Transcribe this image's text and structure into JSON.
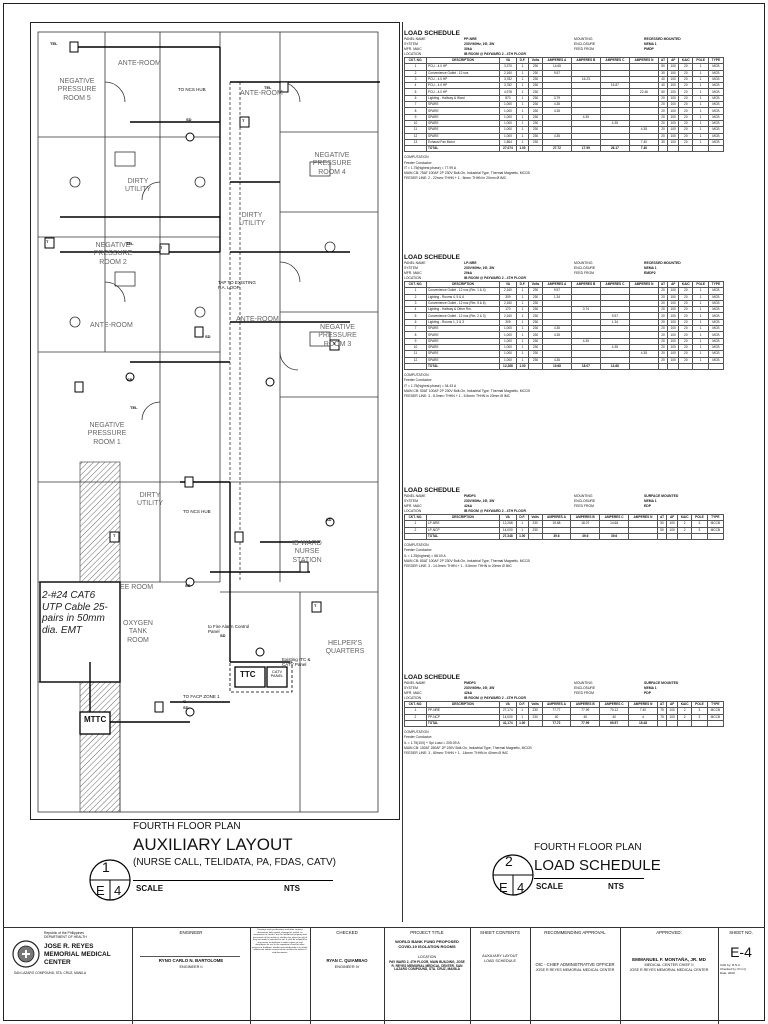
{
  "floorplan": {
    "rooms": [
      "NEGATIVE PRESSURE ROOM 5",
      "ANTE-ROOM",
      "ANTE-ROOM",
      "NEGATIVE PRESSURE ROOM 4",
      "DIRTY UTILITY",
      "DIRTY UTILITY",
      "NEGATIVE PRESSURE ROOM 2",
      "ANTE-ROOM",
      "ANTE-ROOM",
      "NEGATIVE PRESSURE ROOM 3",
      "NEGATIVE PRESSURE ROOM 1",
      "DIRTY UTILITY",
      "IB WARD NURSE STATION",
      "OXYGEN TANK ROOM",
      "EE ROOM",
      "HELPER'S QUARTERS"
    ],
    "notes": [
      "TO NCS HUB",
      "TAP TO EXISTING P.A. LOOP",
      "TO NCS HUB",
      "to Fire Alarm Control Panel",
      "Existing ITC & CATV Panel",
      "TO FACP ZONE 1 C"
    ],
    "cable_note": "2-#24 CAT6 UTP Cable 25-pairs in 50mm dia. EMT",
    "equipment": [
      "TTC",
      "CATV PANEL",
      "MTTC"
    ],
    "symbols": {
      "tel": "TEL",
      "sd": "SD",
      "sp": "SP",
      "t": "T"
    }
  },
  "title1": {
    "number": "1",
    "sheet": "E",
    "sheet_no": "4",
    "line1": "FOURTH FLOOR PLAN",
    "line2": "AUXILIARY LAYOUT",
    "line3": "(NURSE CALL, TELIDATA, PA, FDAS, CATV)",
    "scale_label": "SCALE",
    "scale_value": "NTS"
  },
  "title2": {
    "number": "2",
    "sheet": "E",
    "sheet_no": "4",
    "line1": "FOURTH FLOOR PLAN",
    "line2": "LOAD SCHEDULE",
    "scale_label": "SCALE",
    "scale_value": "NTS"
  },
  "schedules": [
    {
      "title": "LOAD SCHEDULE",
      "meta": [
        [
          "PANEL NAME",
          "PP-NRE",
          "MOUNTING",
          "RECESSED MOUNTED"
        ],
        [
          "SYSTEM",
          "230V/60Hz, 1Φ, 3W",
          "ENCLOSURE",
          "NEMA 1"
        ],
        [
          "MFR. MAIC",
          "30kA",
          "FEED FROM",
          "PMDP"
        ],
        [
          "LOCATION",
          "IB ROOM @ PAYWARD 2 - 4TH FLOOR",
          "",
          ""
        ]
      ],
      "rows": [
        [
          "1",
          "PCU - 4.0 HP",
          "3,370",
          "1",
          "230",
          "14.65",
          "",
          "",
          "",
          "50",
          "100",
          "20",
          "1",
          "MCB"
        ],
        [
          "2",
          "Convenience Outlet - 12 nos",
          "2,160",
          "1",
          "230",
          "9.57",
          "",
          "",
          "",
          "30",
          "100",
          "20",
          "1",
          "MCB"
        ],
        [
          "3",
          "PCU - 4.0 HP",
          "3,782",
          "1",
          "230",
          "",
          "16.23",
          "",
          "",
          "40",
          "100",
          "20",
          "1",
          "MCB"
        ],
        [
          "4",
          "PCU - 4.0 HP",
          "3,782",
          "1",
          "230",
          "",
          "",
          "16.87",
          "",
          "40",
          "100",
          "20",
          "1",
          "MCB"
        ],
        [
          "5",
          "PCU - 4.0 HP",
          "4,978",
          "1",
          "230",
          "",
          "",
          "",
          "22.46",
          "50",
          "100",
          "20",
          "1",
          "MCB"
        ],
        [
          "6",
          "Lighting - Hallway & Ward",
          "870",
          "1",
          "230",
          "3.79",
          "",
          "",
          "",
          "20",
          "100",
          "20",
          "1",
          "MCB"
        ],
        [
          "7",
          "SPARE",
          "1,000",
          "1",
          "230",
          "4.35",
          "",
          "",
          "",
          "20",
          "100",
          "20",
          "1",
          "MCB"
        ],
        [
          "8",
          "SPARE",
          "1,000",
          "1",
          "230",
          "4.35",
          "",
          "",
          "",
          "20",
          "100",
          "20",
          "1",
          "MCB"
        ],
        [
          "9",
          "SPARE",
          "1,000",
          "1",
          "230",
          "",
          "4.35",
          "",
          "",
          "20",
          "100",
          "20",
          "1",
          "MCB"
        ],
        [
          "10",
          "SPARE",
          "1,000",
          "1",
          "230",
          "",
          "",
          "4.35",
          "",
          "20",
          "100",
          "20",
          "1",
          "MCB"
        ],
        [
          "11",
          "SPARE",
          "1,000",
          "1",
          "230",
          "",
          "",
          "",
          "4.35",
          "20",
          "100",
          "20",
          "1",
          "MCB"
        ],
        [
          "12",
          "SPARE",
          "1,000",
          "1",
          "230",
          "4.35",
          "",
          "",
          "",
          "20",
          "100",
          "20",
          "1",
          "MCB"
        ],
        [
          "13",
          "Exhaust Fan Motor",
          "1,864",
          "1",
          "230",
          "",
          "",
          "",
          "7.40",
          "30",
          "100",
          "20",
          "1",
          "MCB"
        ]
      ],
      "total": [
        "TOTAL",
        "27,074",
        "1.00",
        "",
        "27.72",
        "17.99",
        "26.17",
        "7.40"
      ],
      "notes": [
        "COMPUTATION",
        "Feeder Conductor:",
        "IT = 1.75(highest phase) = 77.99 A",
        "MAIN CB: 75AT 100AF 2P 230V Bolt-On, Industrial Type, Thermal Magnetic, MCCB",
        "FEEDER LINE: 2 - 22mm² THHN + 1 - 8mm² THHN in 20mm Ø IMC"
      ]
    },
    {
      "title": "LOAD SCHEDULE",
      "meta": [
        [
          "PANEL NAME",
          "LP-NRE",
          "MOUNTING",
          "RECESSED MOUNTED"
        ],
        [
          "SYSTEM",
          "230V/60Hz, 1Φ, 3W",
          "ENCLOSURE",
          "NEMA 1"
        ],
        [
          "MFR. MAIC",
          "20kA",
          "FEED FROM",
          "EMDP2"
        ],
        [
          "LOCATION",
          "IB ROOM @ PAYWARD 2 - 4TH FLOOR",
          "",
          ""
        ]
      ],
      "rows": [
        [
          "1",
          "Convenience Outlet - 12 nos (Rm. 1 & 4)",
          "2,160",
          "1",
          "230",
          "9.57",
          "",
          "",
          "",
          "20",
          "100",
          "20",
          "1",
          "MCB"
        ],
        [
          "2",
          "Lighting - Rooms 4, 5 & 6",
          "309",
          "1",
          "230",
          "1.34",
          "",
          "",
          "",
          "20",
          "100",
          "20",
          "1",
          "MCB"
        ],
        [
          "3",
          "Convenience Outlet - 12 nos (Rm. 5 & 6)",
          "2,160",
          "1",
          "230",
          "",
          "",
          "",
          "",
          "20",
          "100",
          "20",
          "1",
          "MCB"
        ],
        [
          "4",
          "Lighting - Hallway & Other Rm.",
          "170",
          "1",
          "230",
          "",
          "0.74",
          "",
          "",
          "20",
          "100",
          "20",
          "1",
          "MCB"
        ],
        [
          "5",
          "Convenience Outlet - 12 nos (Rm. 2 & 3)",
          "2,160",
          "1",
          "230",
          "",
          "",
          "9.57",
          "",
          "20",
          "100",
          "20",
          "1",
          "MCB"
        ],
        [
          "6",
          "Lighting - Rooms 1, 2 & 3",
          "309",
          "1",
          "230",
          "",
          "",
          "1.34",
          "",
          "20",
          "100",
          "20",
          "1",
          "MCB"
        ],
        [
          "7",
          "SPARE",
          "1,000",
          "1",
          "230",
          "4.35",
          "",
          "",
          "",
          "20",
          "100",
          "20",
          "1",
          "MCB"
        ],
        [
          "8",
          "SPARE",
          "1,000",
          "1",
          "230",
          "4.35",
          "",
          "",
          "",
          "20",
          "100",
          "20",
          "1",
          "MCB"
        ],
        [
          "9",
          "SPARE",
          "1,000",
          "1",
          "230",
          "",
          "4.35",
          "",
          "",
          "20",
          "100",
          "20",
          "1",
          "MCB"
        ],
        [
          "10",
          "SPARE",
          "1,000",
          "1",
          "230",
          "",
          "",
          "4.35",
          "",
          "20",
          "100",
          "20",
          "1",
          "MCB"
        ],
        [
          "11",
          "SPARE",
          "1,000",
          "1",
          "230",
          "",
          "",
          "",
          "4.35",
          "20",
          "100",
          "20",
          "1",
          "MCB"
        ],
        [
          "12",
          "SPARE",
          "1,000",
          "1",
          "230",
          "4.35",
          "",
          "",
          "",
          "20",
          "100",
          "20",
          "1",
          "MCB"
        ]
      ],
      "total": [
        "TOTAL",
        "12,268",
        "1.00",
        "",
        "19.68",
        "18.07",
        "14.66",
        ""
      ],
      "notes": [
        "COMPUTATION",
        "Feeder Conductor:",
        "IT = 1.75(highest phase) = 34.43 A",
        "MAIN CB: 50AT 100AF 2P 230V Bolt-On, Industrial Type, Thermal Magnetic, MCCB",
        "FEEDER LINE: 3 - 8.0mm² THHN + 1 - 5.5mm² THHN in 20mm Ø IMC"
      ]
    },
    {
      "title": "LOAD SCHEDULE",
      "meta": [
        [
          "PANEL NAME",
          "PMDP3",
          "MOUNTING",
          "SURFACE MOUNTED"
        ],
        [
          "SYSTEM",
          "230V/60Hz, 1Φ, 3W",
          "ENCLOSURE",
          "NEMA 1"
        ],
        [
          "MFR. MAIC",
          "42kA",
          "FEED FROM",
          "EDP"
        ],
        [
          "LOCATION",
          "IB ROOM @ PAYWARD 2 - 4TH FLOOR",
          "",
          ""
        ]
      ],
      "rows": [
        [
          "1",
          "LP-NRE",
          "12,268",
          "1",
          "230",
          "19.68",
          "18.07",
          "14.66",
          "",
          "50",
          "100",
          "2",
          "3",
          "MCCB"
        ],
        [
          "2",
          "LP-NCP",
          "14,000",
          "1",
          "230",
          "",
          "",
          "",
          "",
          "50",
          "100",
          "2",
          "3",
          "MCCB"
        ]
      ],
      "total": [
        "TOTAL",
        "27,348",
        "1.00",
        "",
        "39.6",
        "39.6",
        "39.6",
        ""
      ],
      "notes": [
        "COMPUTATION",
        "Feeder Conductor:",
        "IL = 1.25(highest) = 68.00 A",
        "MAIN CB: 80AT 100AF 2P 230V Bolt-On, Industrial Type, Thermal Magnetic, MCCB",
        "FEEDER LINE: 3 - 14.0mm² THHN + 1 - 5.5mm² THHN in 20mm Ø IMC"
      ]
    },
    {
      "title": "LOAD SCHEDULE",
      "meta": [
        [
          "PANEL NAME",
          "PMDP3",
          "MOUNTING",
          "SURFACE MOUNTED"
        ],
        [
          "SYSTEM",
          "230V/60Hz, 1Φ, 3W",
          "ENCLOSURE",
          "NEMA 1"
        ],
        [
          "MFR. MAIC",
          "42kA",
          "FEED FROM",
          "PDP"
        ],
        [
          "LOCATION",
          "IB ROOM @ PAYWARD 2 - 4TH FLOOR",
          "",
          ""
        ]
      ],
      "rows": [
        [
          "1",
          "PP-NRE",
          "27,174",
          "1",
          "230",
          "77.77",
          "77.99",
          "70.12",
          "7.40",
          "75",
          "100",
          "2",
          "3",
          "MCCB"
        ],
        [
          "2",
          "PP-NCP",
          "14,000",
          "1",
          "230",
          "40",
          "40",
          "40",
          "4",
          "75",
          "100",
          "2",
          "3",
          "MCCB"
        ]
      ],
      "total": [
        "TOTAL",
        "41,174",
        "1.00",
        "",
        "77.72",
        "77.99",
        "69.57",
        "15.48"
      ],
      "notes": [
        "COMPUTATION",
        "Feeder Conductor:",
        "IL = 1.75(100) + Spl Load = 205.09 A",
        "MAIN CB: 150AT 250AF 2P 230V Bolt-On, Industrial Type, Thermal Magnetic, MCCB",
        "FEEDER LINE: 3 - 80mm² THHN + 1 - 14mm² THHN in 40mm Ø IMC"
      ]
    }
  ],
  "header_cols": [
    "CKT. NO.",
    "DESCRIPTION",
    "VA",
    "D.F.",
    "Volts",
    "AMPERES A",
    "AMPERES B",
    "AMPERES C",
    "AMPERES N",
    "AT",
    "AF",
    "KAIC",
    "POLE",
    "TYPE"
  ],
  "titleblock": {
    "agency_lines": [
      "Republic of the Philippines",
      "DEPARTMENT OF HEALTH"
    ],
    "hospital": [
      "JOSE R. REYES",
      "MEMORIAL MEDICAL",
      "CENTER"
    ],
    "address": "SAN LAZARO COMPOUND, STA. CRUZ, MANILA",
    "engineer_label": "ENGINEER",
    "engineer_name": "RYNO CARLO N. BARTOLOME",
    "engineer_role": "ENGINEER II",
    "checked_label": "CHECKED",
    "checked_name": "RYAN C. QUIAMBAO",
    "checked_role": "ENGINEER IV",
    "project_label": "PROJECT TITLE",
    "project_title": "WORLD BANK FUND PROPOSED COVID-19 ISOLATION ROOMS",
    "location_label": "LOCATION",
    "location_text": "PAY WARD 2, 4TH FLOOR, MAIN BUILDING, JOSE R. REYES MEMORIAL MEDICAL CENTER, SAN LAZARO COMPOUND, STA. CRUZ, MANILA",
    "contents_label": "SHEET CONTENTS",
    "contents": [
      "AUXILIARY LAYOUT",
      "LOAD SCHEDULE"
    ],
    "recommending_label": "RECOMMENDING APPROVAL",
    "recommending_name": "OIC - CHIEF ADMINISTRATIVE OFFICER",
    "recommending_org": "JOSE R REYES MEMORIAL MEDICAL CENTER",
    "approved_label": "APPROVED:",
    "approved_name": "EMMANUEL F. MONTAÑA, JR. MD",
    "approved_role": "MEDICAL CENTER CHIEF II",
    "approved_org": "JOSE R REYES MEMORIAL MEDICAL CENTER",
    "sheetno_label": "SHEET NO.",
    "sheetno": "E-4",
    "sheet_meta": [
      "CAD by: R.N.C.",
      "Checked by: R.C.Q.",
      "Date: 2020"
    ],
    "disclaimer": "Drawings and specifications and other contract documents duly signed, stamped or sealed, as instruments of service, are the intellectual property and documents of the architect, whether the object for which they are made is executed or not. It shall be unlawful for any person to duplicate or make copies of said documents for use in the repetition of and for other projects or buildings, whether executed partly or in whole, without the written consent of the architect or author of said documents."
  }
}
